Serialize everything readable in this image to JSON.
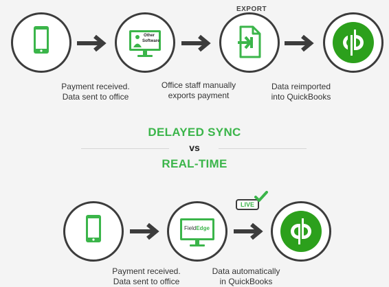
{
  "top_flow": {
    "export_label": "EXPORT",
    "monitor_text_1": "Other",
    "monitor_text_2": "Software",
    "captions": [
      {
        "line1": "Payment received.",
        "line2": "Data sent to office"
      },
      {
        "line1": "Office staff manually",
        "line2": "exports payment"
      },
      {
        "line1": "Data reimported",
        "line2": "into QuickBooks"
      }
    ]
  },
  "comparison": {
    "delayed": "DELAYED SYNC",
    "vs": "vs",
    "realtime": "REAL-TIME"
  },
  "bottom_flow": {
    "live_label": "LIVE",
    "monitor_brand_1": "Field",
    "monitor_brand_2": "Edge",
    "captions": [
      {
        "line1": "Payment received.",
        "line2": "Data sent to office"
      },
      {
        "line1": "Data automatically",
        "line2": "in QuickBooks"
      }
    ]
  },
  "colors": {
    "green": "#3bb54a",
    "dark": "#3c3c3c",
    "qb_green": "#2ca01c"
  },
  "icons": [
    "phone-icon",
    "monitor-icon",
    "export-file-icon",
    "quickbooks-logo",
    "checkmark-icon",
    "arrow-icon"
  ]
}
